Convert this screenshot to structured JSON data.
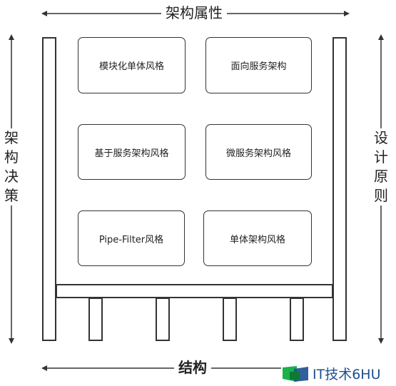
{
  "labels": {
    "top": "架构属性",
    "bottom": "结构",
    "left": [
      "架",
      "构",
      "决",
      "策"
    ],
    "right": [
      "设",
      "计",
      "原",
      "则"
    ]
  },
  "boxes": {
    "r1c1": "模块化单体风格",
    "r1c2": "面向服务架构",
    "r2c1": "基于服务架构风格",
    "r2c2": "微服务架构风格",
    "r3c1": "Pipe-Filter风格",
    "r3c2": "单体架构风格"
  },
  "watermark": {
    "text": "IT技术6HU",
    "colors": {
      "green": "#19b24b",
      "blue": "#1d4e8f",
      "dark_green": "#0d7a33"
    }
  }
}
